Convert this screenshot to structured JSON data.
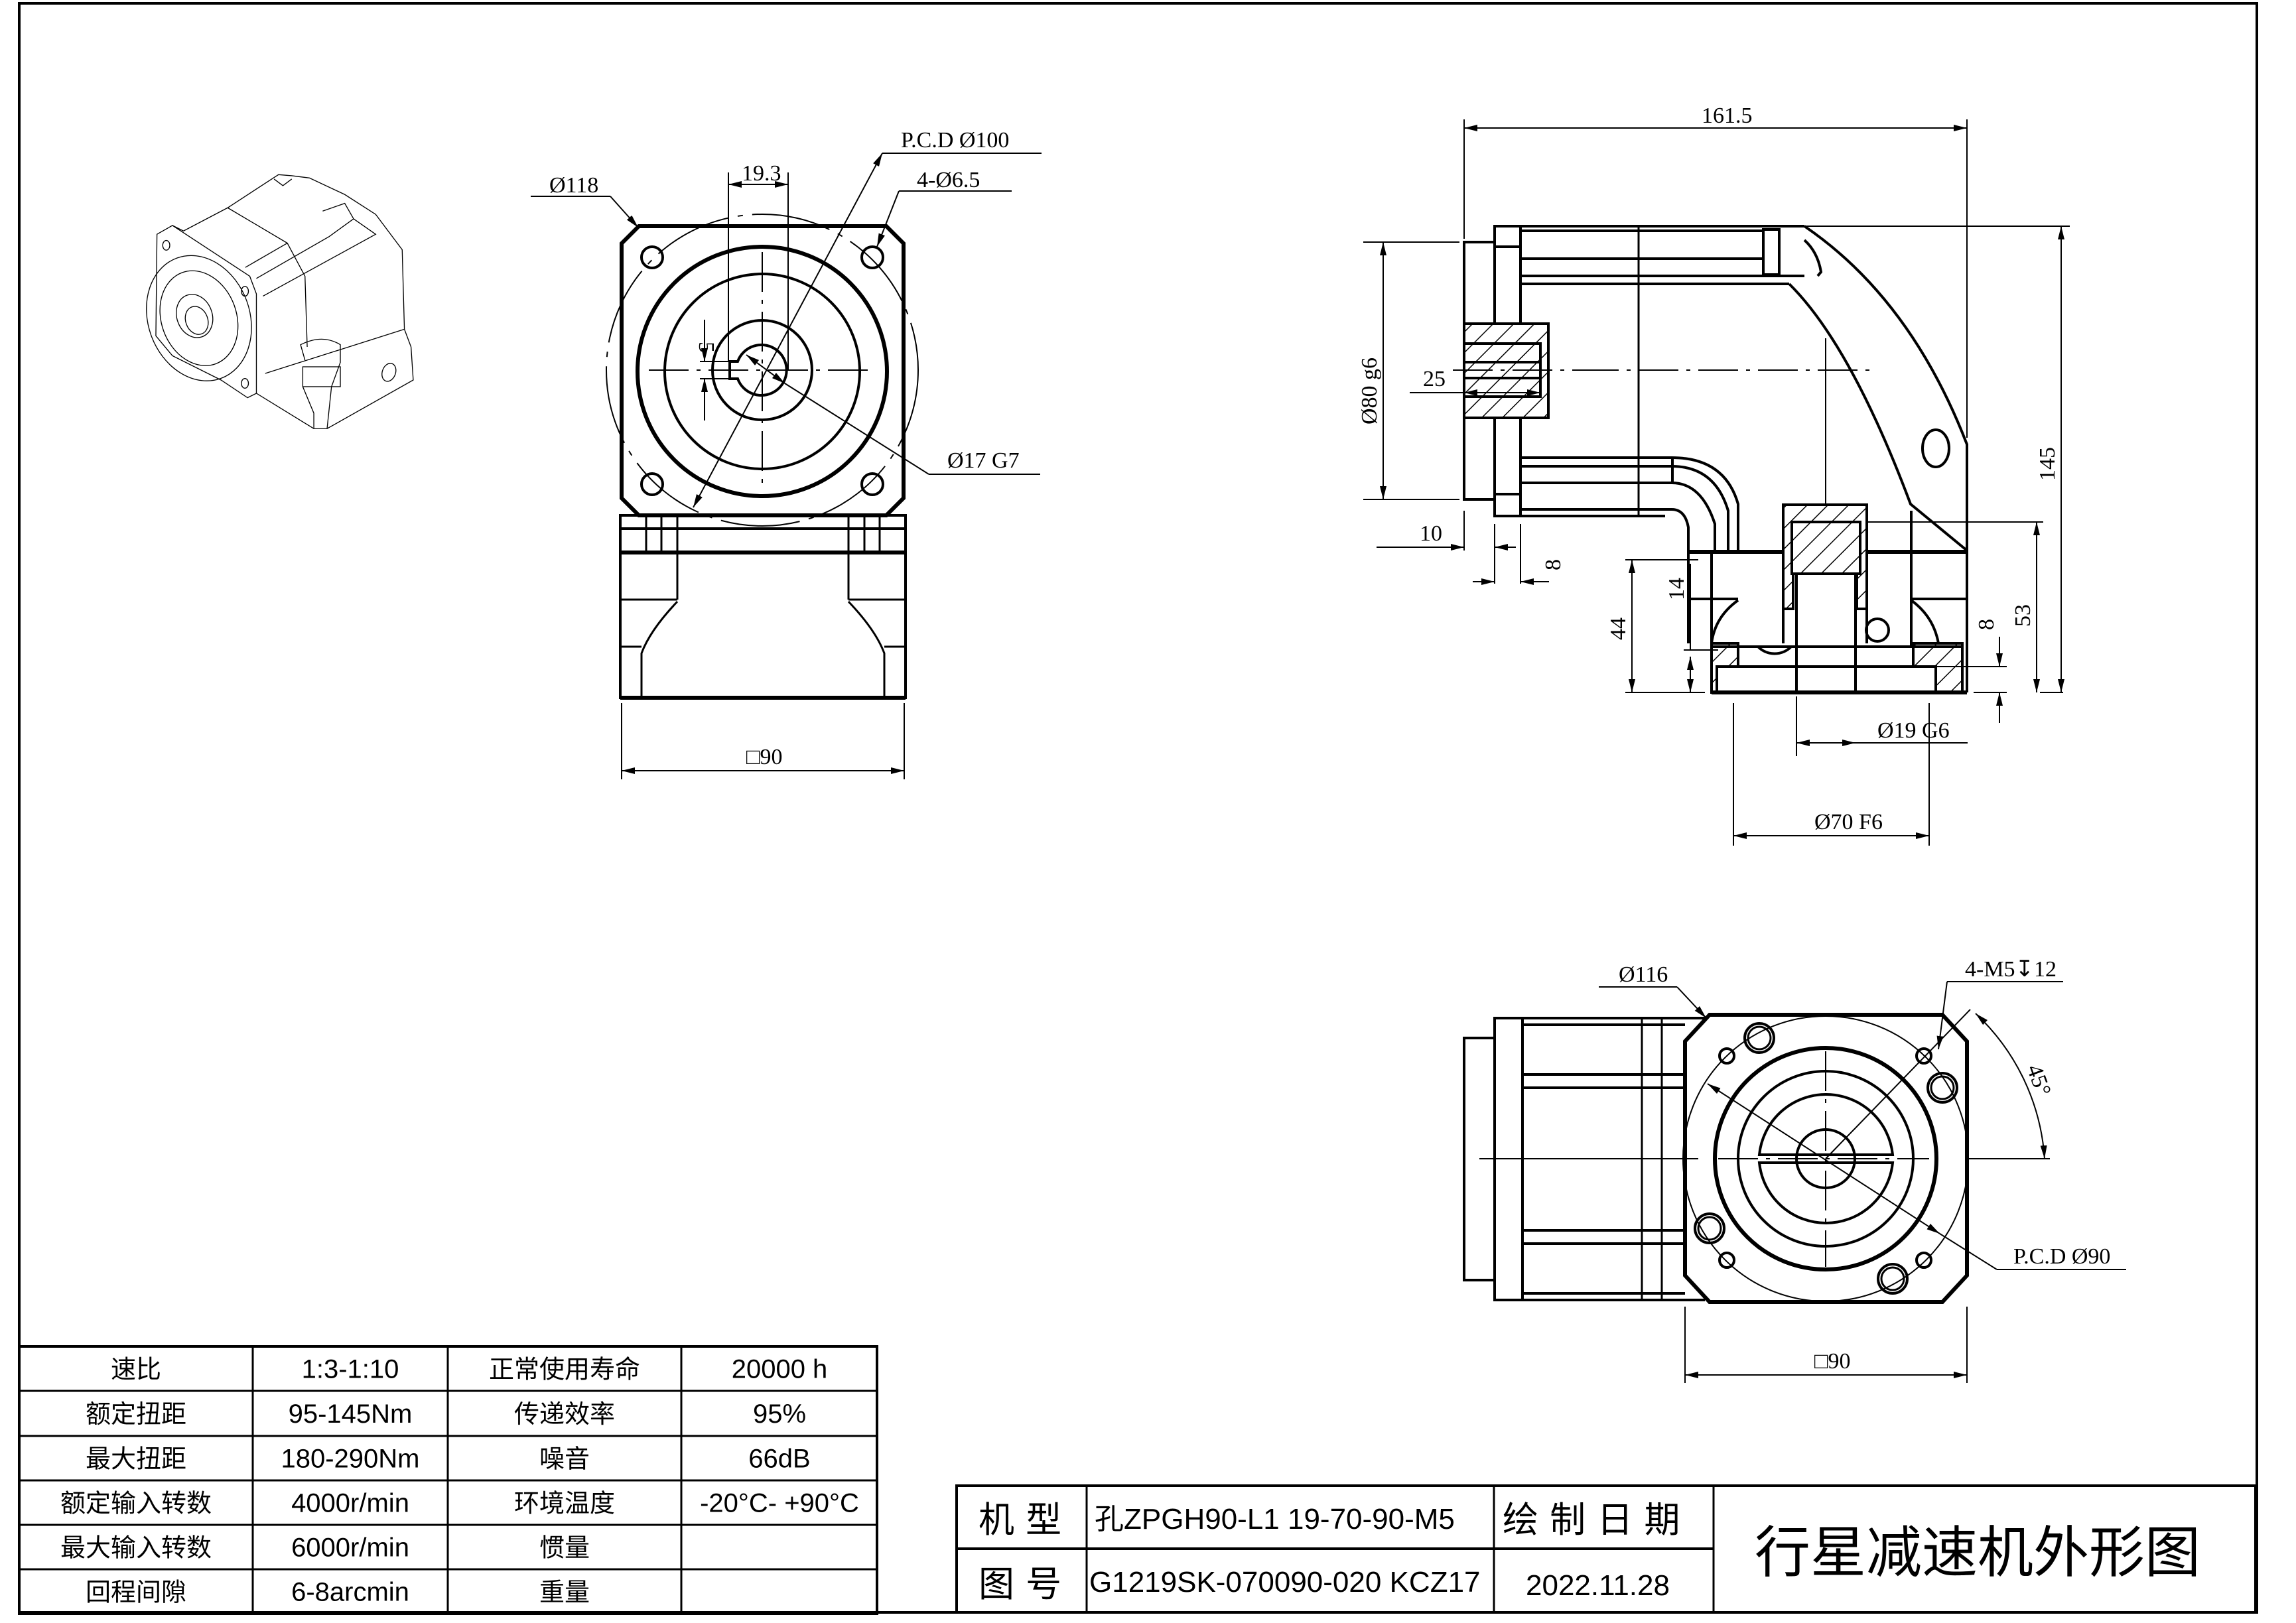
{
  "drawing": {
    "title": "行星减速机外形图",
    "front_view": {
      "flange_diameter": "Ø118",
      "pcd": "P.C.D Ø100",
      "holes": "4-Ø6.5",
      "key_width": "19.3",
      "key_height": "5",
      "bore": "Ø17 G7",
      "square": "□90"
    },
    "side_view": {
      "overall_length": "161.5",
      "pilot": "Ø80 g6",
      "shaft_depth": "25",
      "dim_10": "10",
      "dim_8a": "8",
      "dim_14": "14",
      "dim_44": "44",
      "dim_8b": "8",
      "dim_53": "53",
      "height": "145",
      "output_bore": "Ø19 G6",
      "output_pilot": "Ø70 F6"
    },
    "bottom_view": {
      "flange_diameter": "Ø116",
      "tapped_holes": "4-M5↧12",
      "angle": "45°",
      "pcd": "P.C.D Ø90",
      "square": "□90"
    }
  },
  "spec_table": {
    "rows": [
      {
        "label1": "速比",
        "value1": "1:3-1:10",
        "label2": "正常使用寿命",
        "value2": "20000 h"
      },
      {
        "label1": "额定扭距",
        "value1": "95-145Nm",
        "label2": "传递效率",
        "value2": "95%"
      },
      {
        "label1": "最大扭距",
        "value1": "180-290Nm",
        "label2": "噪音",
        "value2": "66dB"
      },
      {
        "label1": "额定输入转数",
        "value1": "4000r/min",
        "label2": "环境温度",
        "value2": "-20°C- +90°C"
      },
      {
        "label1": "最大输入转数",
        "value1": "6000r/min",
        "label2": "惯量",
        "value2": ""
      },
      {
        "label1": "回程间隙",
        "value1": "6-8arcmin",
        "label2": "重量",
        "value2": ""
      }
    ]
  },
  "title_block": {
    "model_label": "机 型",
    "model_value": "孔ZPGH90-L1 19-70-90-M5",
    "drawing_no_label": "图 号",
    "drawing_no_value": "G1219SK-070090-020 KCZ17",
    "date_label": "绘 制 日 期",
    "date_value": "2022.11.28",
    "title": "行星减速机外形图"
  }
}
